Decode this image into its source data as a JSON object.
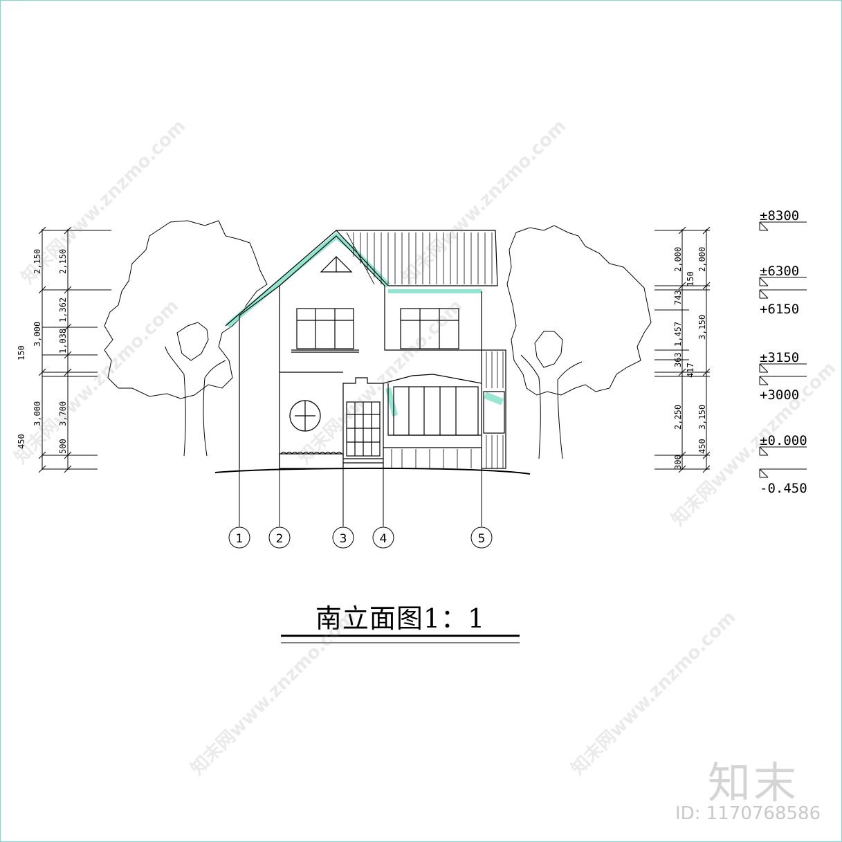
{
  "drawing": {
    "title": "南立面图1：1",
    "left_dims": [
      "2,150",
      "2,150",
      "3,000",
      "1,362",
      "1,038",
      "150",
      "3,000",
      "3,700",
      "450",
      "500"
    ],
    "right_dims": [
      "2,000",
      "2,000",
      "150",
      "743",
      "3,150",
      "1,457",
      "363",
      "417",
      "2,250",
      "3,150",
      "450",
      "300"
    ],
    "elevations": [
      "±8300",
      "±6300",
      "+6150",
      "±3150",
      "+3000",
      "±0.000",
      "-0.450"
    ],
    "axes": [
      "1",
      "2",
      "3",
      "4",
      "5"
    ]
  },
  "watermark": {
    "text": "知末网www.znzmo.com",
    "logo": "知末",
    "image_id": "ID: 1170768586"
  },
  "colors": {
    "line": "#000000",
    "hatch": "#7fe0c8",
    "border": "#7fd6d6"
  }
}
